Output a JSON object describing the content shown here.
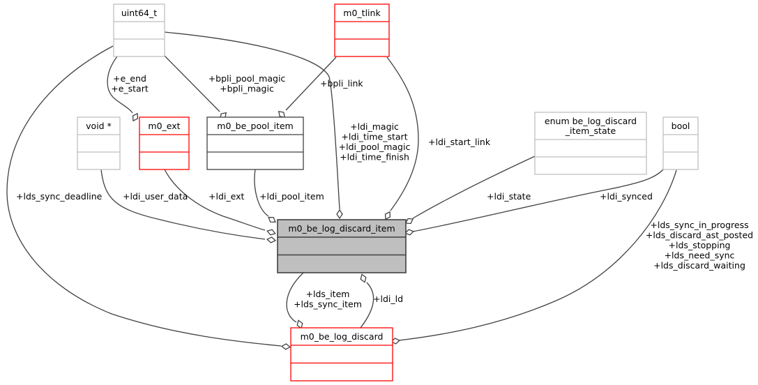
{
  "diagram": {
    "title": "Collaboration diagram for m0_be_log_discard_item",
    "colors": {
      "focus_fill": "#bfbfbf",
      "focus_border": "#404040",
      "documented_border": "#404040",
      "undocumented_border": "#ff0000",
      "external_border": "#bfbfbf",
      "edge": "#404040"
    },
    "nodes": [
      {
        "id": "uint64_t",
        "label": [
          "uint64_t"
        ],
        "style": "external"
      },
      {
        "id": "m0_tlink",
        "label": [
          "m0_tlink"
        ],
        "style": "undocumented"
      },
      {
        "id": "void_ptr",
        "label": [
          "void *"
        ],
        "style": "external"
      },
      {
        "id": "m0_ext",
        "label": [
          "m0_ext"
        ],
        "style": "undocumented"
      },
      {
        "id": "m0_be_pool_item",
        "label": [
          "m0_be_pool_item"
        ],
        "style": "documented"
      },
      {
        "id": "enum_state",
        "label": [
          "enum be_log_discard",
          "_item_state"
        ],
        "style": "external"
      },
      {
        "id": "bool",
        "label": [
          "bool"
        ],
        "style": "external"
      },
      {
        "id": "m0_be_log_discard_item",
        "label": [
          "m0_be_log_discard_item"
        ],
        "style": "focus"
      },
      {
        "id": "m0_be_log_discard",
        "label": [
          "m0_be_log_discard"
        ],
        "style": "undocumented"
      }
    ],
    "edges": [
      {
        "from": "uint64_t",
        "to": "m0_ext",
        "labels": [
          "+e_end",
          "+e_start"
        ]
      },
      {
        "from": "uint64_t",
        "to": "m0_be_pool_item",
        "labels": [
          "+bpli_pool_magic",
          "+bpli_magic"
        ]
      },
      {
        "from": "m0_tlink",
        "to": "m0_be_pool_item",
        "labels": [
          "+bpli_link"
        ]
      },
      {
        "from": "uint64_t",
        "to": "m0_be_log_discard_item",
        "labels": [
          "+ldi_magic",
          "+ldi_time_start",
          "+ldi_pool_magic",
          "+ldi_time_finish"
        ]
      },
      {
        "from": "m0_tlink",
        "to": "m0_be_log_discard_item",
        "labels": [
          "+ldi_start_link"
        ]
      },
      {
        "from": "uint64_t",
        "to": "m0_be_log_discard",
        "labels": [
          "+lds_sync_deadline"
        ]
      },
      {
        "from": "void_ptr",
        "to": "m0_be_log_discard_item",
        "labels": [
          "+ldi_user_data"
        ]
      },
      {
        "from": "m0_ext",
        "to": "m0_be_log_discard_item",
        "labels": [
          "+ldi_ext"
        ]
      },
      {
        "from": "m0_be_pool_item",
        "to": "m0_be_log_discard_item",
        "labels": [
          "+ldi_pool_item"
        ]
      },
      {
        "from": "enum_state",
        "to": "m0_be_log_discard_item",
        "labels": [
          "+ldi_state"
        ]
      },
      {
        "from": "bool",
        "to": "m0_be_log_discard_item",
        "labels": [
          "+ldi_synced"
        ]
      },
      {
        "from": "bool",
        "to": "m0_be_log_discard",
        "labels": [
          "+lds_sync_in_progress",
          "+lds_discard_ast_posted",
          "+lds_stopping",
          "+lds_need_sync",
          "+lds_discard_waiting"
        ]
      },
      {
        "from": "m0_be_log_discard_item",
        "to": "m0_be_log_discard",
        "labels": [
          "+lds_item",
          "+lds_sync_item"
        ]
      },
      {
        "from": "m0_be_log_discard",
        "to": "m0_be_log_discard_item",
        "labels": [
          "+ldi_ld"
        ]
      }
    ]
  }
}
